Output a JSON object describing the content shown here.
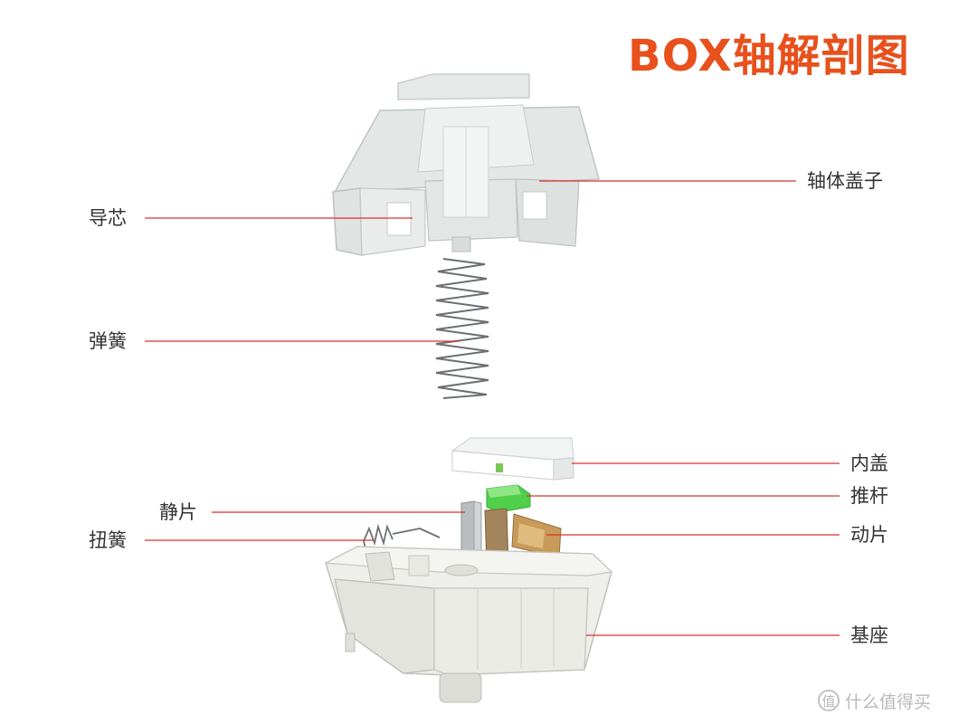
{
  "title": "BOX轴解剖图",
  "accent_color": "#e8501c",
  "leader_color": "#d9302b",
  "labels": {
    "housing_top": "轴体盖子",
    "stem": "导芯",
    "spring": "弹簧",
    "inner_cover": "内盖",
    "push_rod": "推杆",
    "static_leaf": "静片",
    "moving_leaf": "动片",
    "torsion_spring": "扭簧",
    "base": "基座"
  },
  "watermark": {
    "icon": "zhi-logo-icon",
    "icon_glyph": "值",
    "text": "什么值得买"
  }
}
